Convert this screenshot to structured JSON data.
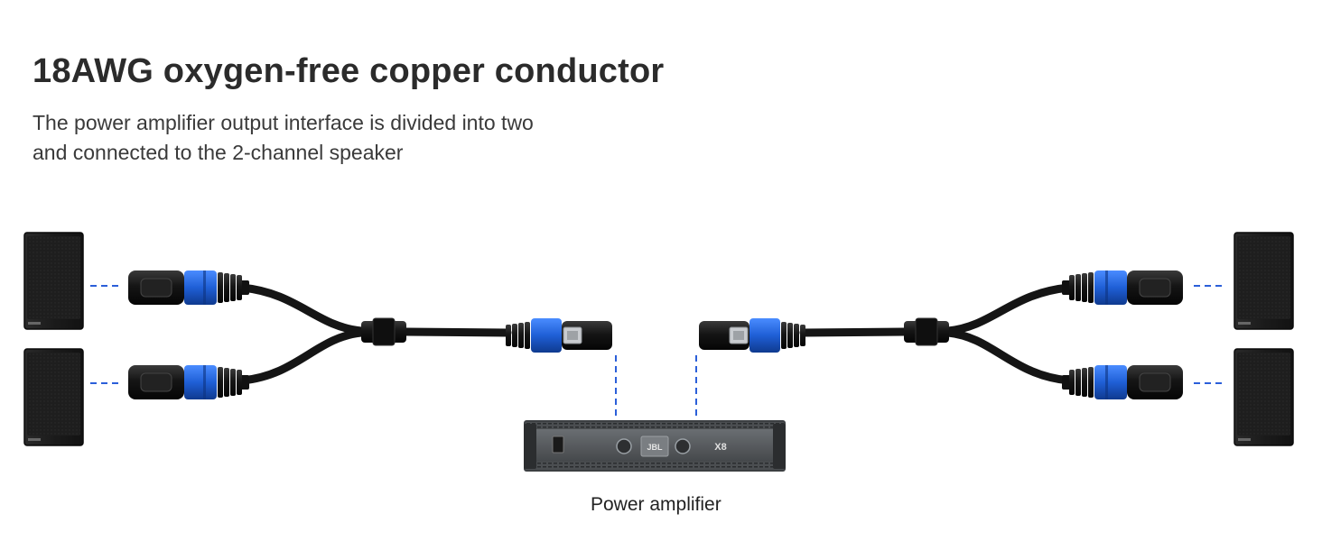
{
  "title": "18AWG oxygen-free copper conductor",
  "subtitle_lines": [
    "The power amplifier output interface is divided into two",
    "and connected to the 2-channel speaker"
  ],
  "amplifier": {
    "caption": "Power amplifier",
    "model_badge": "X8",
    "brand_badge": "JBL"
  },
  "colors": {
    "connector_blue": "#1f5fd6",
    "cable": "#151515",
    "dashed_line": "#2b5fd9",
    "speaker": "#1e1e1e",
    "amp_body": "#595d61"
  }
}
